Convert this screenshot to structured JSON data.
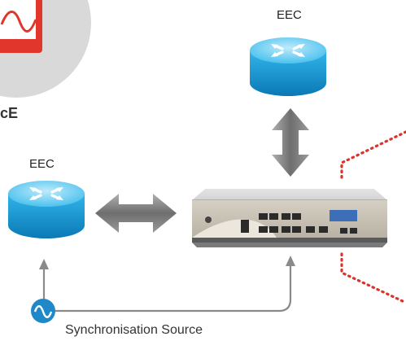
{
  "labels": {
    "eec_top": "EEC",
    "eec_left": "EEC",
    "partial_badge": "cE",
    "sync_source": "Synchronisation Source"
  },
  "colors": {
    "router_body": "#1aa0d8",
    "router_top": "#7fd3f2",
    "arrow_gray": "#8a8a8a",
    "dotted_red": "#d9342b",
    "sync_icon": "#1e88c8",
    "badge_circle": "#d9d9d9",
    "badge_red": "#e0362c"
  },
  "icons": {
    "router": "router-icon",
    "sine": "sine-wave-icon",
    "device": "network-appliance-icon"
  }
}
